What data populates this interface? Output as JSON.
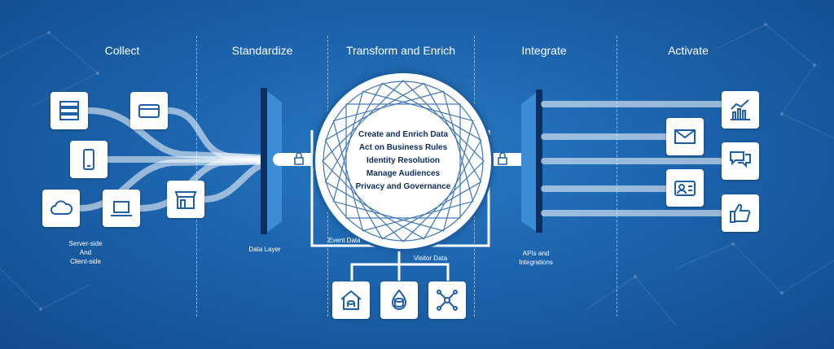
{
  "stages": [
    "Collect",
    "Standardize",
    "Transform and Enrich",
    "Integrate",
    "Activate"
  ],
  "core_items": [
    "Create and Enrich Data",
    "Act on Business Rules",
    "Identity Resolution",
    "Manage Audiences",
    "Privacy and Governance"
  ],
  "labels": {
    "server_side_line1": "Server-side",
    "server_side_line2": "And",
    "server_side_line3": "Client-side",
    "data_layer": "Data Layer",
    "event_data": "Event Data",
    "visitor_data": "Visitor Data",
    "apis_line1": "APIs and",
    "apis_line2": "Integrations"
  },
  "icons": {
    "collect": [
      "server-icon",
      "credit-card-icon",
      "mobile-phone-icon",
      "cloud-icon",
      "laptop-icon",
      "storefront-icon"
    ],
    "activate": [
      "chart-icon",
      "mail-icon",
      "chat-icon",
      "id-card-icon",
      "thumbs-up-icon"
    ],
    "storage": [
      "data-warehouse-icon",
      "database-icon",
      "network-icon"
    ]
  },
  "colors": {
    "background": "#1c64ad",
    "tile": "#ffffff",
    "icon": "#1f5fa8",
    "bar": "#0e3a70"
  }
}
